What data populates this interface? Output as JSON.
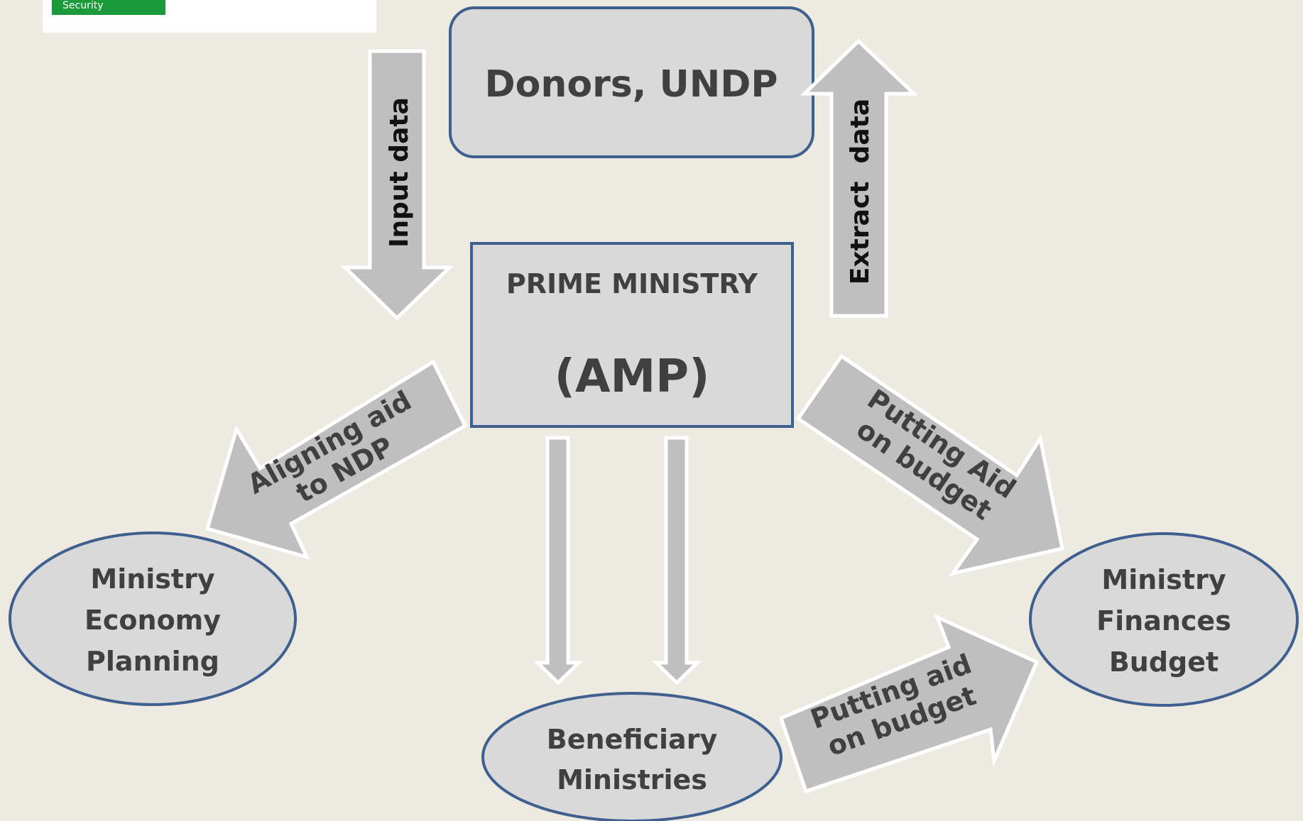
{
  "logo": {
    "badge_text": "Security",
    "badge_color": "#1a9a3a"
  },
  "colors": {
    "background": "#edebe1",
    "node_fill": "#d9d9d9",
    "node_border": "#3f5f8f",
    "arrow_fill": "#bfbfbf",
    "arrow_border": "#ffffff",
    "text": "#404040"
  },
  "nodes": {
    "donors": {
      "label": "Donors, UNDP"
    },
    "prime_ministry": {
      "line1": "PRIME MINISTRY",
      "line2": "(AMP)"
    },
    "ministry_economy": {
      "line1": "Ministry",
      "line2": "Economy",
      "line3": "Planning"
    },
    "ministry_finances": {
      "line1": "Ministry",
      "line2": "Finances",
      "line3": "Budget"
    },
    "beneficiary": {
      "line1": "Beneficiary",
      "line2": "Ministries"
    }
  },
  "arrows": {
    "input_data": "Input data",
    "extract_data": "Extract  data",
    "aligning_aid": {
      "line1": "Aligning aid",
      "line2": "to NDP"
    },
    "putting_aid_on_budget_top": {
      "line1": "Putting Aid",
      "line2": "on budget"
    },
    "putting_aid_on_budget_bottom": {
      "line1": "Putting aid",
      "line2": "on budget"
    }
  }
}
